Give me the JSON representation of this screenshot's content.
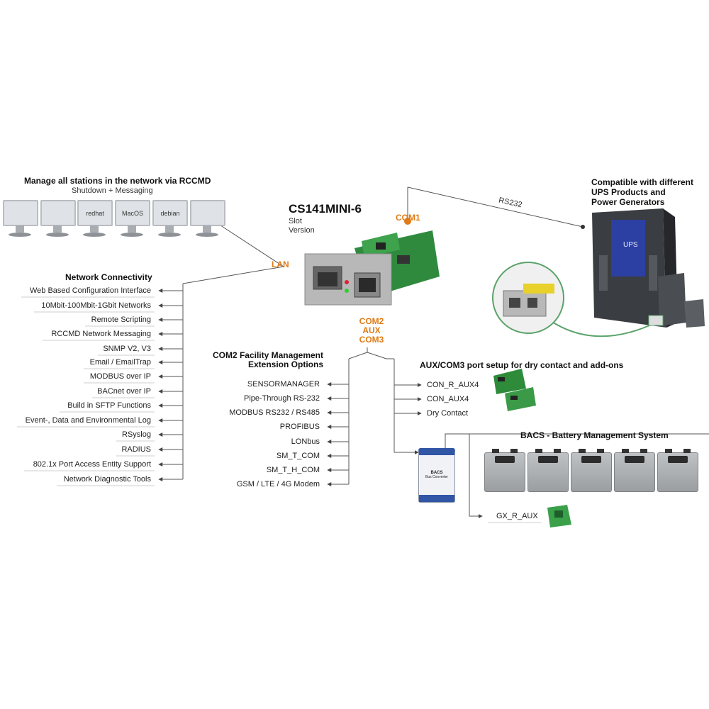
{
  "stations": {
    "heading": "Manage all stations in the network via RCCMD",
    "subheading": "Shutdown + Messaging",
    "os_icons": [
      {
        "name": "windows",
        "label": ""
      },
      {
        "name": "linux",
        "label": ""
      },
      {
        "name": "redhat",
        "label": "redhat"
      },
      {
        "name": "macos",
        "label": "MacOS"
      },
      {
        "name": "debian",
        "label": "debian"
      },
      {
        "name": "ubuntu",
        "label": ""
      }
    ]
  },
  "device": {
    "title": "CS141MINI-6",
    "version_line1": "Slot",
    "version_line2": "Version",
    "port_lan": "LAN",
    "port_com1": "COM1",
    "port_com2_line1": "COM2",
    "port_com2_line2": "AUX",
    "port_com2_line3": "COM3",
    "rs232_label": "RS232"
  },
  "compatible": {
    "line1": "Compatible with different",
    "line2": "UPS Products and",
    "line3": "Power Generators",
    "ups_label": "UPS"
  },
  "network": {
    "heading": "Network Connectivity",
    "items": [
      "Web Based Configuration Interface",
      "10Mbit-100Mbit-1Gbit Networks",
      "Remote Scripting",
      "RCCMD Network Messaging",
      "SNMP V2, V3",
      "Email / EmailTrap",
      "MODBUS over IP",
      "BACnet over IP",
      "Build in SFTP Functions",
      "Event-, Data and Environmental Log",
      "RSyslog",
      "RADIUS",
      "802.1x Port Access Entity Support",
      "Network Diagnostic Tools"
    ]
  },
  "com2": {
    "heading_line1": "COM2 Facility Management",
    "heading_line2": "Extension Options",
    "items": [
      "SENSORMANAGER",
      "Pipe-Through RS-232",
      "MODBUS RS232 / RS485",
      "PROFIBUS",
      "LONbus",
      "SM_T_COM",
      "SM_T_H_COM",
      "GSM / LTE / 4G Modem"
    ]
  },
  "aux": {
    "heading": "AUX/COM3 port setup for dry contact and add-ons",
    "items": [
      "CON_R_AUX4",
      "CON_AUX4",
      "Dry Contact"
    ]
  },
  "bacs": {
    "heading": "BACS - Battery Management System",
    "converter_label1": "BACS",
    "converter_label2": "Bus Converter",
    "gx_label": "GX_R_AUX",
    "battery_count": 5
  },
  "colors": {
    "accent_orange": "#e07b17",
    "line": "#555555",
    "green_link": "#5aa36a",
    "pcb_green": "#2f8a3e",
    "ups_dark": "#3a3d42",
    "ups_blue": "#2c3fa3"
  }
}
